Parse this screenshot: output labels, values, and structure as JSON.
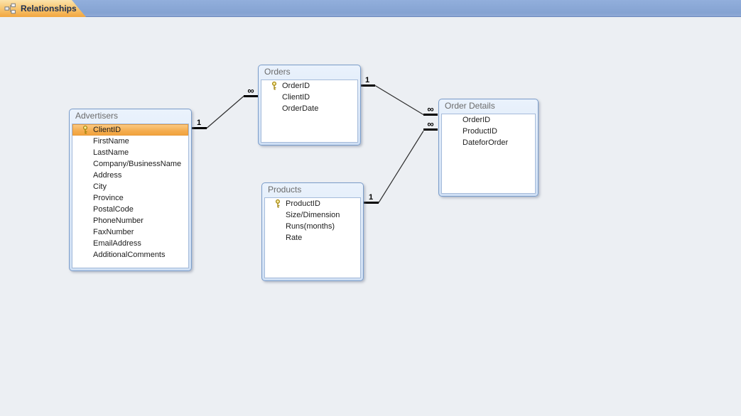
{
  "tab_bar": {
    "active_tab": {
      "label": "Relationships",
      "icon": "relationships-icon"
    }
  },
  "canvas": {
    "tables": [
      {
        "name": "Advertisers",
        "fields": [
          {
            "name": "ClientID",
            "primary_key": true,
            "selected": true
          },
          {
            "name": "FirstName"
          },
          {
            "name": "LastName"
          },
          {
            "name": "Company/BusinessName"
          },
          {
            "name": "Address"
          },
          {
            "name": "City"
          },
          {
            "name": "Province"
          },
          {
            "name": "PostalCode"
          },
          {
            "name": "PhoneNumber"
          },
          {
            "name": "FaxNumber"
          },
          {
            "name": "EmailAddress"
          },
          {
            "name": "AdditionalComments"
          }
        ]
      },
      {
        "name": "Orders",
        "fields": [
          {
            "name": "OrderID",
            "primary_key": true
          },
          {
            "name": "ClientID"
          },
          {
            "name": "OrderDate"
          }
        ]
      },
      {
        "name": "Products",
        "fields": [
          {
            "name": "ProductID",
            "primary_key": true
          },
          {
            "name": "Size/Dimension"
          },
          {
            "name": "Runs(months)"
          },
          {
            "name": "Rate"
          }
        ]
      },
      {
        "name": "Order Details",
        "fields": [
          {
            "name": "OrderID"
          },
          {
            "name": "ProductID"
          },
          {
            "name": "DateforOrder"
          }
        ]
      }
    ],
    "relationships": [
      {
        "from_table": "Advertisers",
        "to_table": "Orders",
        "from_cardinality": "1",
        "to_cardinality": "∞"
      },
      {
        "from_table": "Orders",
        "to_table": "Order Details",
        "from_cardinality": "1",
        "to_cardinality": "∞"
      },
      {
        "from_table": "Products",
        "to_table": "Order Details",
        "from_cardinality": "1",
        "to_cardinality": "∞"
      }
    ]
  },
  "colors": {
    "selection_orange": "#F1A23B",
    "tab_orange": "#F5B95F",
    "tab_bar_blue": "#8AA9D6",
    "table_frame_blue": "#D8E6F7",
    "canvas_bg": "#ECEFF3",
    "key_gold": "#A3850F"
  }
}
